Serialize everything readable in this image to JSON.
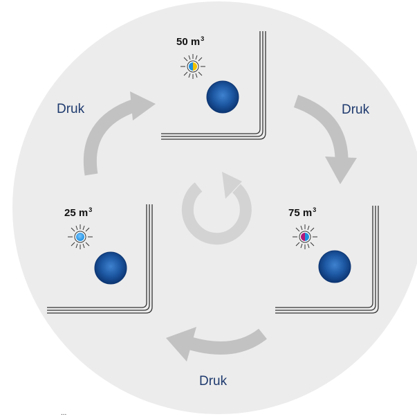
{
  "action_label": "Druk",
  "unit": "m",
  "unit_exponent": "3",
  "states": [
    {
      "volume": "25"
    },
    {
      "volume": "50"
    },
    {
      "volume": "75"
    }
  ],
  "footnote": "...",
  "colors": {
    "background_circle": "#ececec",
    "arrow": "#c2c2c2",
    "cycle_arrow": "#d3d3d3",
    "button": "#1d58a3",
    "button_dark": "#0c3572",
    "text": "#1e3a6e",
    "led_blue": "#1e90e0",
    "led_yellow": "#f2c200",
    "led_magenta": "#b0197a"
  },
  "icons": {
    "action_arrow": "curved-arrow-icon",
    "cycle": "refresh-cycle-icon",
    "led": "led-light-icon",
    "button": "round-button-icon"
  }
}
